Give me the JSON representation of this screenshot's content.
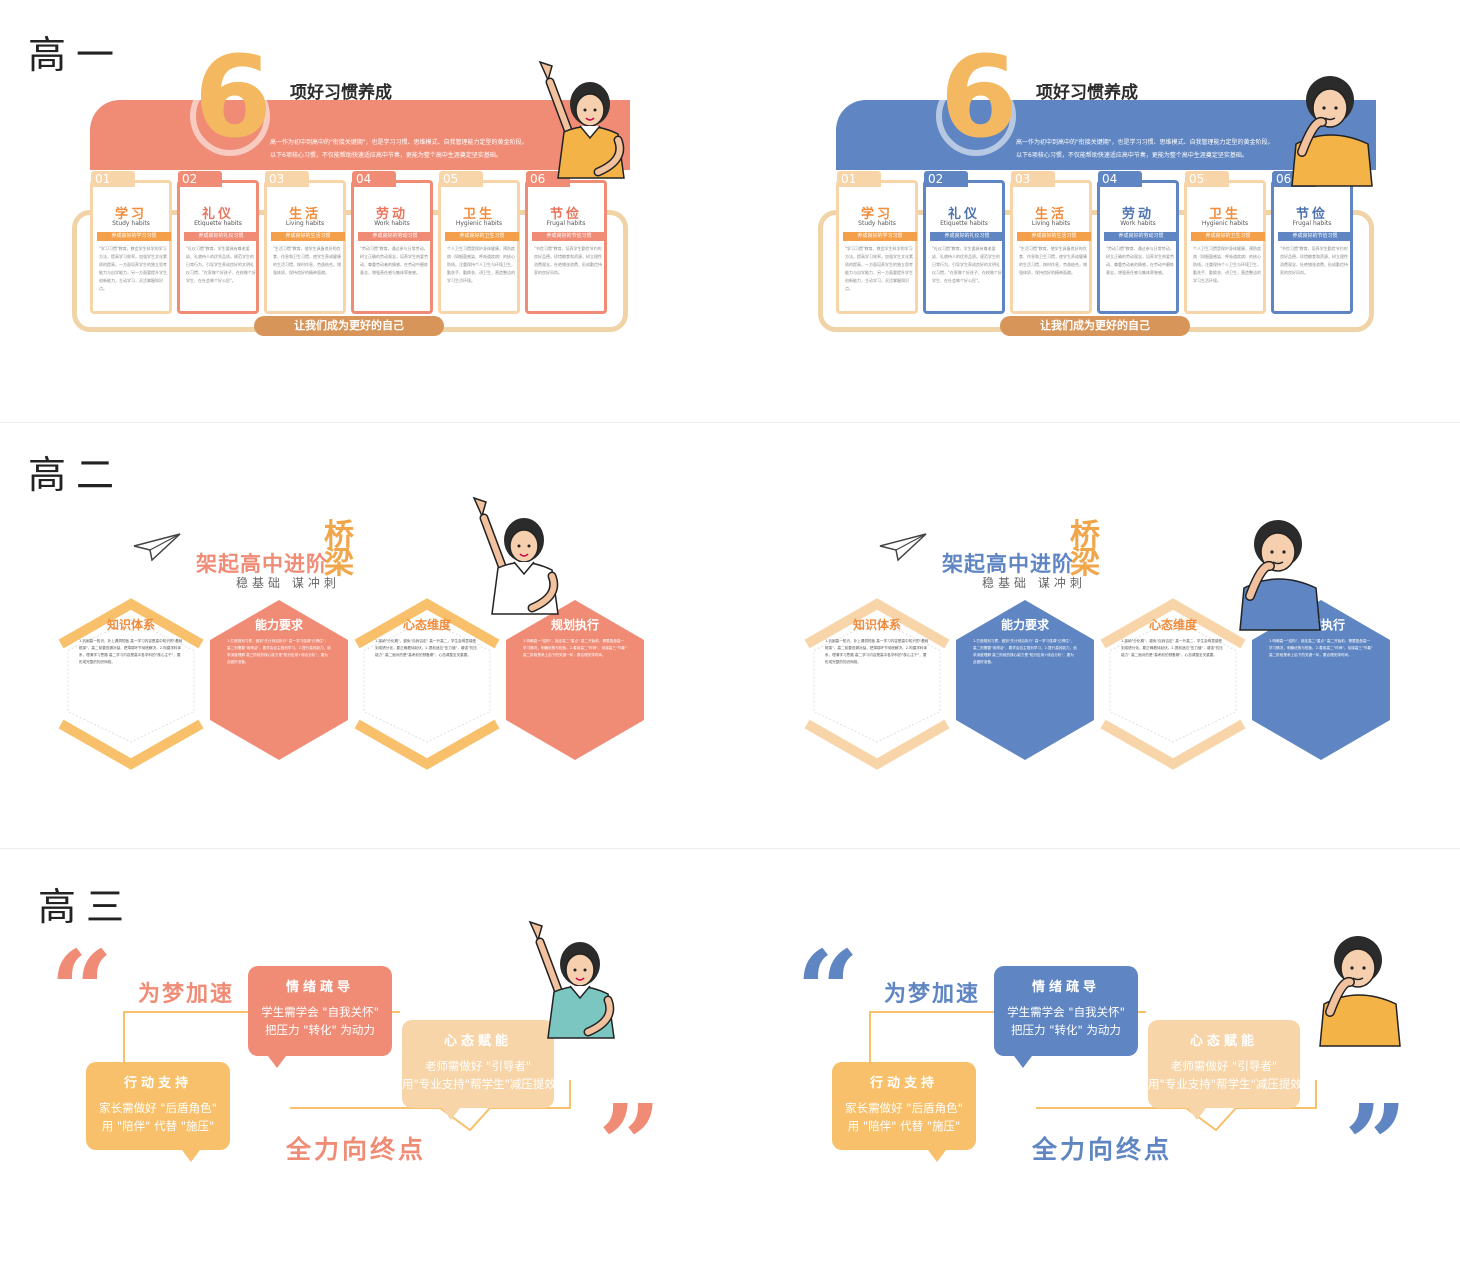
{
  "sections": {
    "g1": "高一",
    "g2": "高二",
    "g3": "高三"
  },
  "colors": {
    "orange": "#f08c76",
    "blue": "#5f86c2",
    "gold": "#f4b860",
    "cream": "#f7d5a8",
    "brown": "#d7955a"
  },
  "g1": {
    "num": "6",
    "title": "项好习惯养成",
    "intro_lines": [
      "高一作为初中到高中的\"衔接关键期\"，也是学习习惯、思维模式、自我管理能力定型的黄金阶段。",
      "以下6项核心习惯，不仅能帮助快速适应高中节奏，更能为整个高中生涯奠定坚实基础。"
    ],
    "slogan": "让我们成为更好的自己",
    "cards": [
      {
        "no": "01",
        "name": "学习",
        "en": "Study habits",
        "bar": "养成良好的学习习惯",
        "body": "\"学习习惯\"教育，教会学生科学的学习方法，提高学习效率。加强学生文化素质的提高，一方面培养学生的独立思考能力与自学能力，另一方面要提升学生创新能力，主动学习，灵活掌握知识点。"
      },
      {
        "no": "02",
        "name": "礼仪",
        "en": "Etiquette habits",
        "bar": "养成良好的礼仪习惯",
        "body": "\"礼仪习惯\"教育，学生要具有尊老爱幼、礼貌待人的优秀品质。规范学生的日常行为，引导学生养成良好的文明礼仪习惯，\"在家做个好孩子、在校做个好学生、在社会做个好公民\"。"
      },
      {
        "no": "03",
        "name": "生活",
        "en": "Living habits",
        "bar": "养成良好的生活习惯",
        "body": "\"生活习惯\"教育，使学生具备良好的饮食、作息和卫生习惯，使学生养成健康的生活习惯，按时作息，劳逸结合，增强体质，保持良好的精神面貌。"
      },
      {
        "no": "04",
        "name": "劳动",
        "en": "Work habits",
        "bar": "养成良好的劳动习惯",
        "body": "\"劳动习惯\"教育，通过参与日常劳动，树立正确的劳动观念，培养学生热爱劳动、尊重劳动者的情感，在劳动中磨炼意志，增强责任感与集体荣誉感。"
      },
      {
        "no": "05",
        "name": "卫生",
        "en": "Hygienic habits",
        "bar": "养成良好的卫生习惯",
        "body": "个人卫生习惯是保护身体健康，预防疾病（如细菌感染、呼吸道疾病）的核心防线。注重保持个人卫生与环境卫生，勤洗手、勤换衣、讲卫生，营造整洁的学习生活环境。"
      },
      {
        "no": "06",
        "name": "节俭",
        "en": "Frugal habits",
        "bar": "养成良好的节俭习惯",
        "body": "\"节俭习惯\"教育，培养学生勤俭节约的良好品德，珍惜粮食和资源，树立理性消费观念，杜绝铺张浪费，形成勤俭持家的良好风尚。"
      }
    ]
  },
  "g2": {
    "title": "架起高中进阶",
    "bridge": "桥梁",
    "sub": "稳基础 谋冲刺",
    "hexes": [
      {
        "title": "知识体系",
        "body": "1.巩固高一知识，补上漏洞短板 高一学习内容是高中知识的\"基础框架\"，高二前要查漏补缺，把薄弱环节彻底解决。2.构建学科体系，理清学习思路 高二学习内容是高中各学科的\"核心主干\"，要形成完整的知识网络。"
      },
      {
        "title": "能力要求",
        "body": "1.打造规划习惯，做到\"先计划后执行\" 高一学习强调\"记得住\"，高二则需要\"用得活\"，要学会自主规划学习。2.提升高效能力，追求深度理解 高三阶段的核心能力是\"知识应用+综合分析\"，要为此做好准备。"
      },
      {
        "title": "心态维度",
        "body": "1.接纳\"分化期\"，避免\"自我否定\" 高一升高二，学生会明显感受到成绩分化，要正确看待起伏。2.提前适应\"压力值\"，增强\"抗压能力\" 高二面对的是\"高考前的预备期\"，心态调整至关重要。"
      },
      {
        "title": "规划执行",
        "body": "1.明确高一\"结构\"，锁定高二\"重点\" 高二开始前，需要复盘高一学习情况，明确优势与短板。2.善用高二\"时间\"，衔接高三\"节奏\" 高二阶段是承上启下的关键一年，要合理安排时间。"
      }
    ]
  },
  "g3": {
    "title": "为梦加速",
    "end": "全力向终点",
    "bubbles": [
      {
        "title": "情绪疏导",
        "line1": "学生需学会 \"自我关怀\"",
        "line2": "把压力 \"转化\" 为动力"
      },
      {
        "title": "心态赋能",
        "line1": "老师需做好 \"引导者\"",
        "line2": "用\"专业支持\"帮学生\"减压提效\""
      },
      {
        "title": "行动支持",
        "line1": "家长需做好 \"后盾角色\"",
        "line2": "用 \"陪伴\" 代替 \"施压\""
      }
    ]
  }
}
